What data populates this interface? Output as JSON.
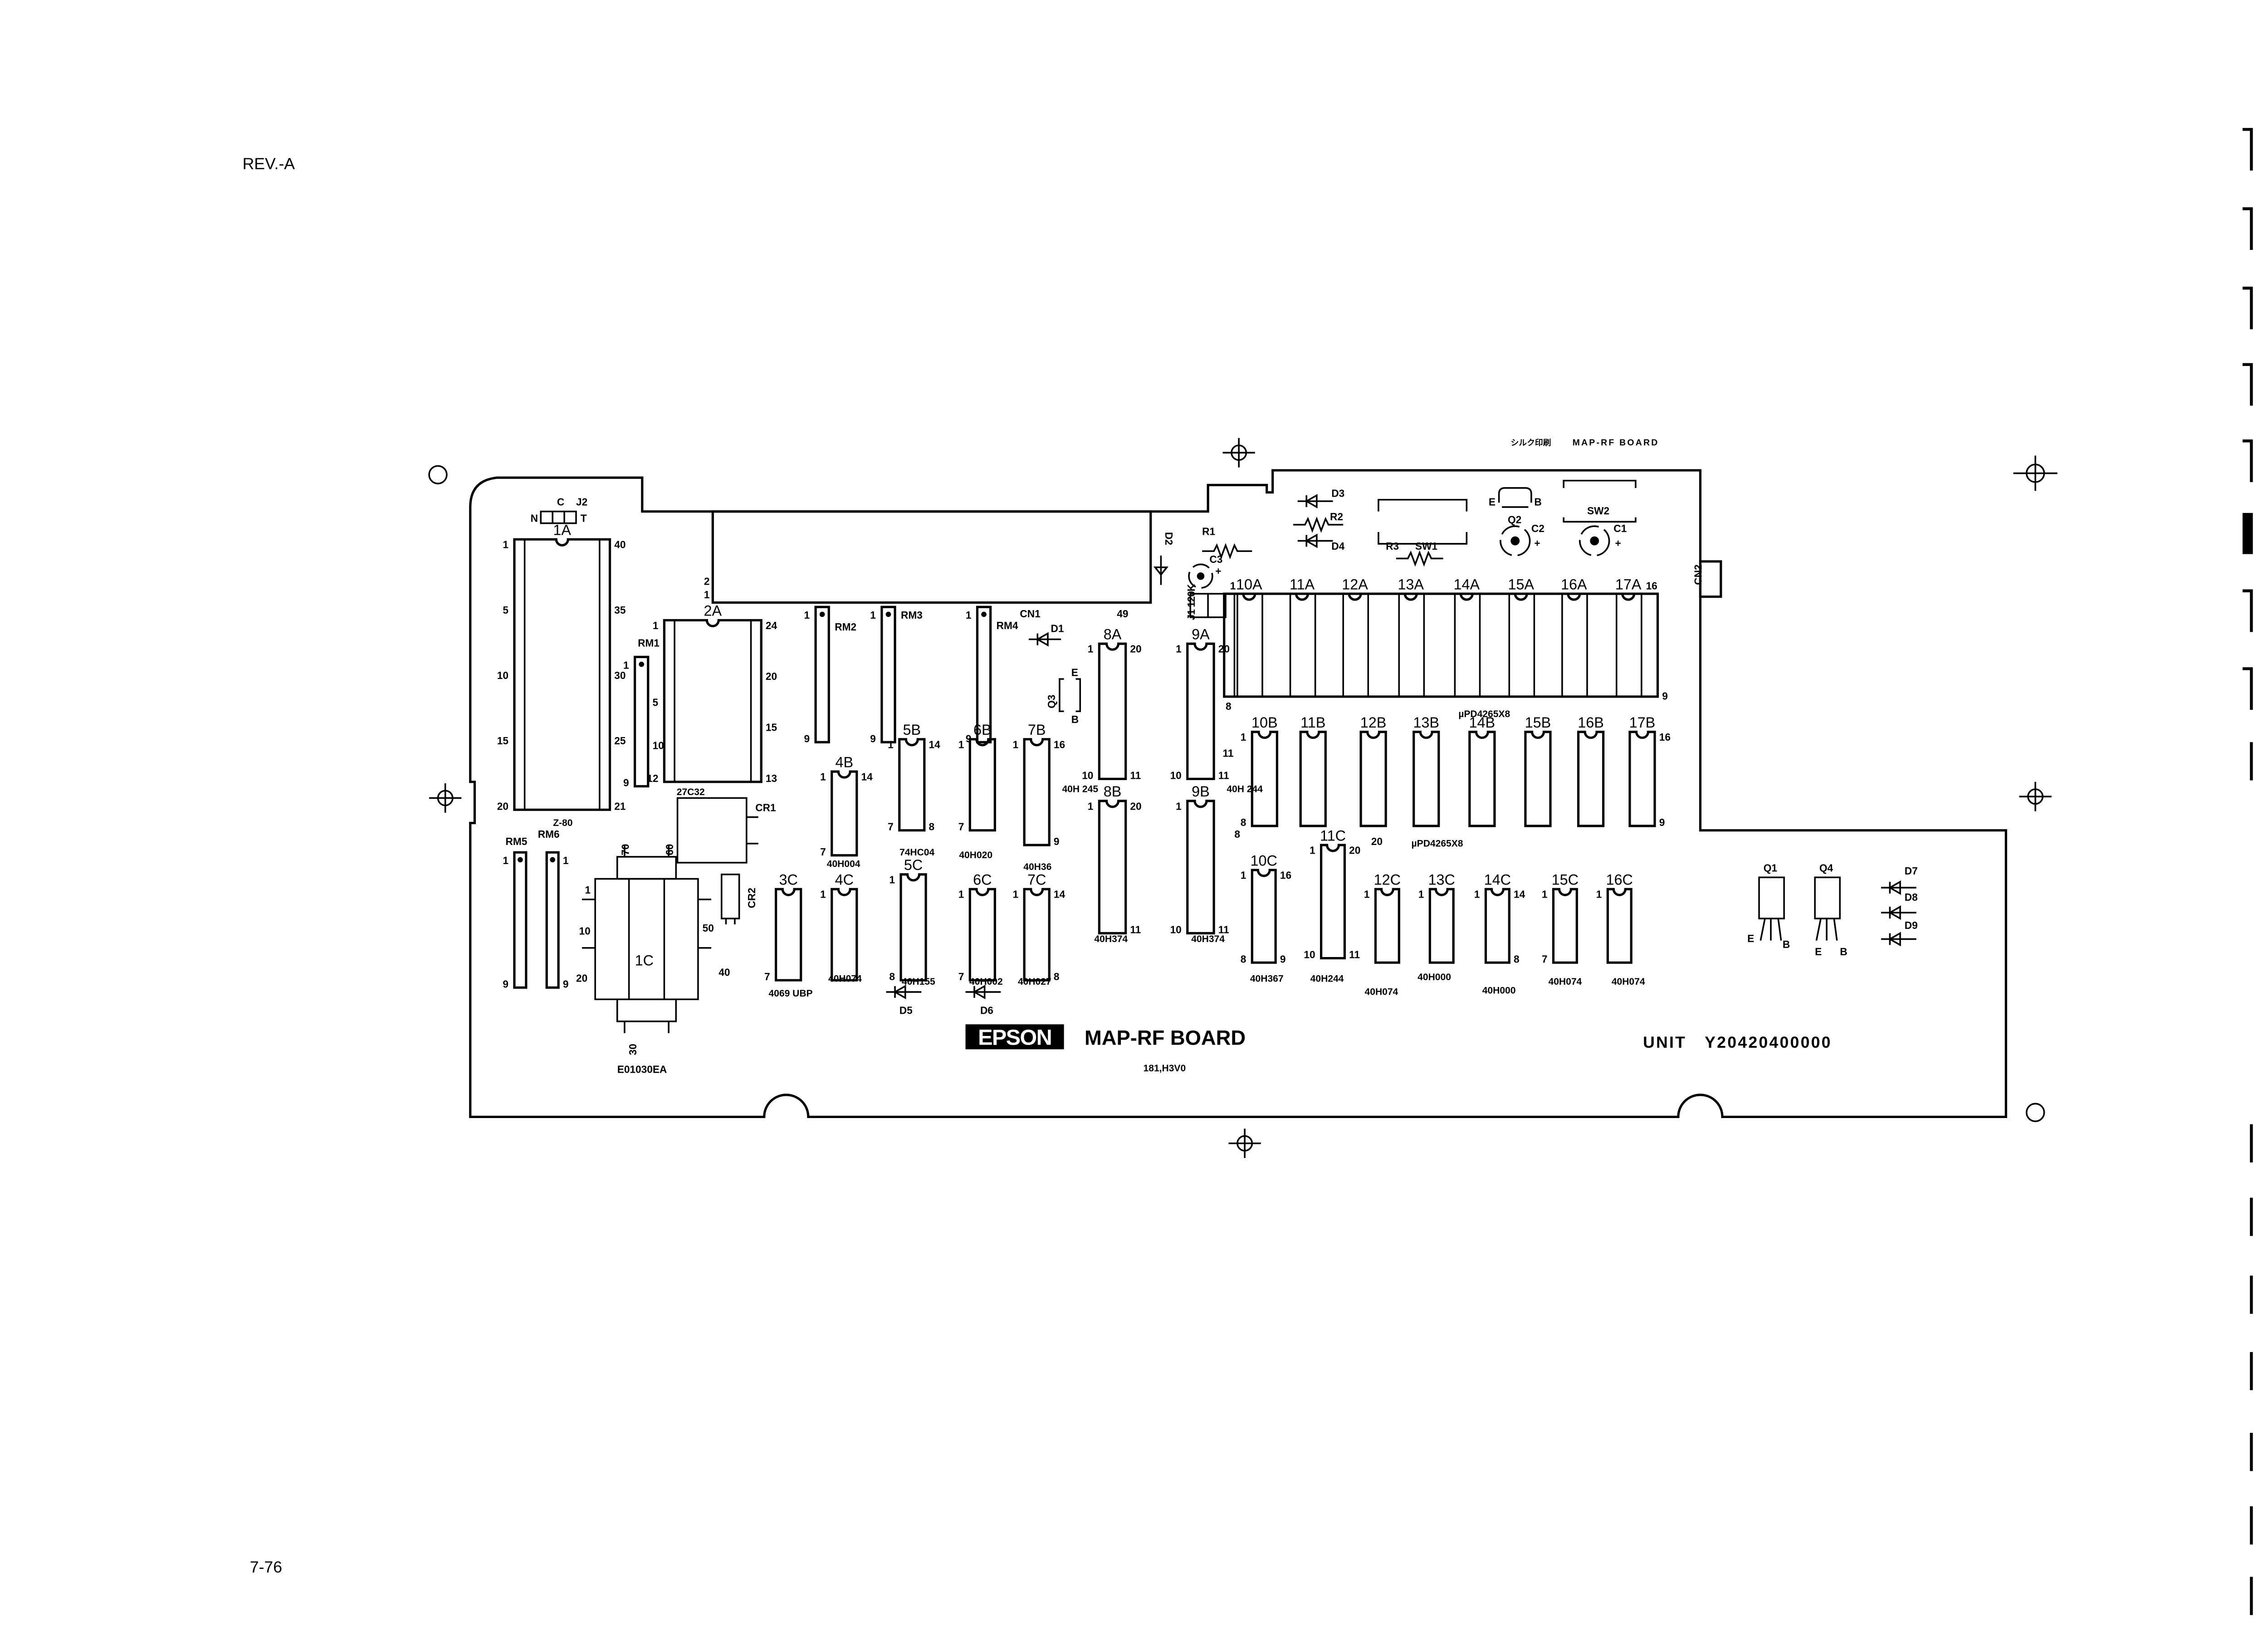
{
  "page": {
    "revision": "REV.-A",
    "page_number": "7-76"
  },
  "board": {
    "silk_header_jp": "シルク印刷",
    "silk_header": "MAP-RF BOARD",
    "brand": "EPSON",
    "name": "MAP-RF BOARD",
    "code": "181,H3V0",
    "unit_label": "UNIT",
    "unit_number": "Y20420400000",
    "ram_part_a": "µPD4265X8",
    "ram_part_b": "µPD4265X8"
  },
  "chips": [
    {
      "id": "1A",
      "part": "Z-80",
      "pins": {
        "tl": "1",
        "tr": "40",
        "bl": "20",
        "br": "21"
      },
      "left": [
        "5",
        "10",
        "15"
      ],
      "right": [
        "35",
        "30",
        "25"
      ]
    },
    {
      "id": "2A",
      "part": "27C32",
      "pins": {
        "tl": "1",
        "tr": "24",
        "bl": "12",
        "br": "13"
      },
      "right": [
        "20",
        "15"
      ]
    },
    {
      "id": "4B",
      "part": "40H004",
      "pins": {
        "tl": "1",
        "tr": "14",
        "bl": "7"
      }
    },
    {
      "id": "5B",
      "part": "74HC04",
      "pins": {
        "tl": "1",
        "tr": "14",
        "bl": "7",
        "br": "8"
      }
    },
    {
      "id": "6B",
      "part": "40H020",
      "pins": {
        "tl": "1",
        "bl": "7"
      }
    },
    {
      "id": "7B",
      "part": "40H36",
      "pins": {
        "tl": "1",
        "tr": "16",
        "br": "9"
      }
    },
    {
      "id": "3C",
      "part": "4069 UBP",
      "pins": {
        "bl": "7"
      }
    },
    {
      "id": "4C",
      "part": "40H074",
      "pins": {
        "tl": "1"
      }
    },
    {
      "id": "5C",
      "part": "40H155",
      "pins": {
        "tl": "1",
        "bl": "8"
      }
    },
    {
      "id": "6C",
      "part": "40H002",
      "pins": {
        "tl": "1",
        "bl": "7"
      }
    },
    {
      "id": "7C",
      "part": "40H027",
      "pins": {
        "tl": "1",
        "tr": "14",
        "br": "8"
      }
    },
    {
      "id": "8A",
      "part": "40H 245",
      "pins": {
        "tl": "1",
        "tr": "20",
        "bl": "10",
        "br": "11"
      }
    },
    {
      "id": "9A",
      "part": "40H 244",
      "pins": {
        "tl": "1",
        "tr": "20",
        "bl": "10",
        "br": "11"
      }
    },
    {
      "id": "8B",
      "part": "40H374",
      "pins": {
        "tl": "1",
        "tr": "20",
        "br": "11"
      }
    },
    {
      "id": "9B",
      "part": "40H374",
      "pins": {
        "tl": "1",
        "bl": "10",
        "br": "11"
      }
    },
    {
      "id": "10B",
      "part": "",
      "pins": {
        "tl": "1",
        "bl": "8"
      }
    },
    {
      "id": "11B",
      "part": "",
      "pins": {}
    },
    {
      "id": "12B",
      "part": "",
      "pins": {}
    },
    {
      "id": "13B",
      "part": "",
      "pins": {}
    },
    {
      "id": "14B",
      "part": "",
      "pins": {}
    },
    {
      "id": "15B",
      "part": "",
      "pins": {}
    },
    {
      "id": "16B",
      "part": "",
      "pins": {}
    },
    {
      "id": "17B",
      "part": "",
      "pins": {
        "tr": "16",
        "br": "9"
      }
    },
    {
      "id": "10C",
      "part": "40H367",
      "pins": {
        "tl": "1",
        "tr": "16",
        "bl": "8",
        "br": "9"
      }
    },
    {
      "id": "11C",
      "part": "40H244",
      "pins": {
        "tl": "1",
        "tr": "20",
        "bl": "10",
        "br": "11"
      }
    },
    {
      "id": "12C",
      "part": "40H074",
      "pins": {
        "tl": "1"
      }
    },
    {
      "id": "13C",
      "part": "40H000",
      "pins": {
        "tl": "1"
      }
    },
    {
      "id": "14C",
      "part": "40H000",
      "pins": {
        "tl": "1",
        "tr": "14",
        "br": "8"
      }
    },
    {
      "id": "15C",
      "part": "40H074",
      "pins": {
        "tl": "1",
        "bl": "7"
      }
    },
    {
      "id": "16C",
      "part": "40H074",
      "pins": {
        "tl": "1"
      }
    }
  ],
  "sips": [
    {
      "id": "RM1",
      "pins": {
        "tl": "1",
        "bl": "9"
      },
      "right": [
        "5",
        "10"
      ]
    },
    {
      "id": "RM2",
      "pins": {
        "tl": "1",
        "bl": "9"
      }
    },
    {
      "id": "RM3",
      "pins": {
        "tl": "1",
        "bl": "9"
      }
    },
    {
      "id": "RM4",
      "pins": {
        "tl": "1",
        "bl": "9"
      }
    },
    {
      "id": "RM5",
      "pins": {
        "tl": "1",
        "bl": "9"
      }
    },
    {
      "id": "RM6",
      "pins": {
        "tr": "1",
        "br": "9"
      }
    }
  ],
  "ram_strip": {
    "chips": [
      "10A",
      "11A",
      "12A",
      "13A",
      "14A",
      "15A",
      "16A",
      "17A"
    ],
    "pin_first": "1",
    "pin_16": "16",
    "pin_8": "8",
    "pin_9": "9"
  },
  "labels": {
    "J2": "J2",
    "J2_N": "N",
    "J2_C": "C",
    "J2_T": "T",
    "CN1": "CN1",
    "CN1_49": "49",
    "CN1_2": "2",
    "CN1_1": "1",
    "CN2": "CN2",
    "CR1": "CR1",
    "CR2": "CR2",
    "D1": "D1",
    "D2": "D2",
    "D3": "D3",
    "D4": "D4",
    "D5": "D5",
    "D6": "D6",
    "D7": "D7",
    "D8": "D8",
    "D9": "D9",
    "Q1": "Q1",
    "Q2": "Q2",
    "Q3": "Q3",
    "Q4": "Q4",
    "Q2_E": "E",
    "Q2_B": "B",
    "Q3_E": "E",
    "Q3_B": "B",
    "Q1_E": "E",
    "Q1_B": "B",
    "Q4_E": "E",
    "Q4_B": "B",
    "R1": "R1",
    "R2": "R2",
    "R3": "R3",
    "C1": "C1",
    "C2": "C2",
    "C3": "C3",
    "C1_plus": "+",
    "C2_plus": "+",
    "C3_plus": "+",
    "SW1": "SW1",
    "SW2": "SW2",
    "J1": "J1 120K",
    "T1": "1C",
    "T1_part": "E01030EA",
    "T1_70": "70",
    "T1_60": "60",
    "T1_1": "1",
    "T1_10": "10",
    "T1_20": "20",
    "T1_50": "50",
    "T1_40": "40",
    "T1_30": "30",
    "strip_11": "11",
    "strip_8b": "8",
    "c_20": "20"
  }
}
